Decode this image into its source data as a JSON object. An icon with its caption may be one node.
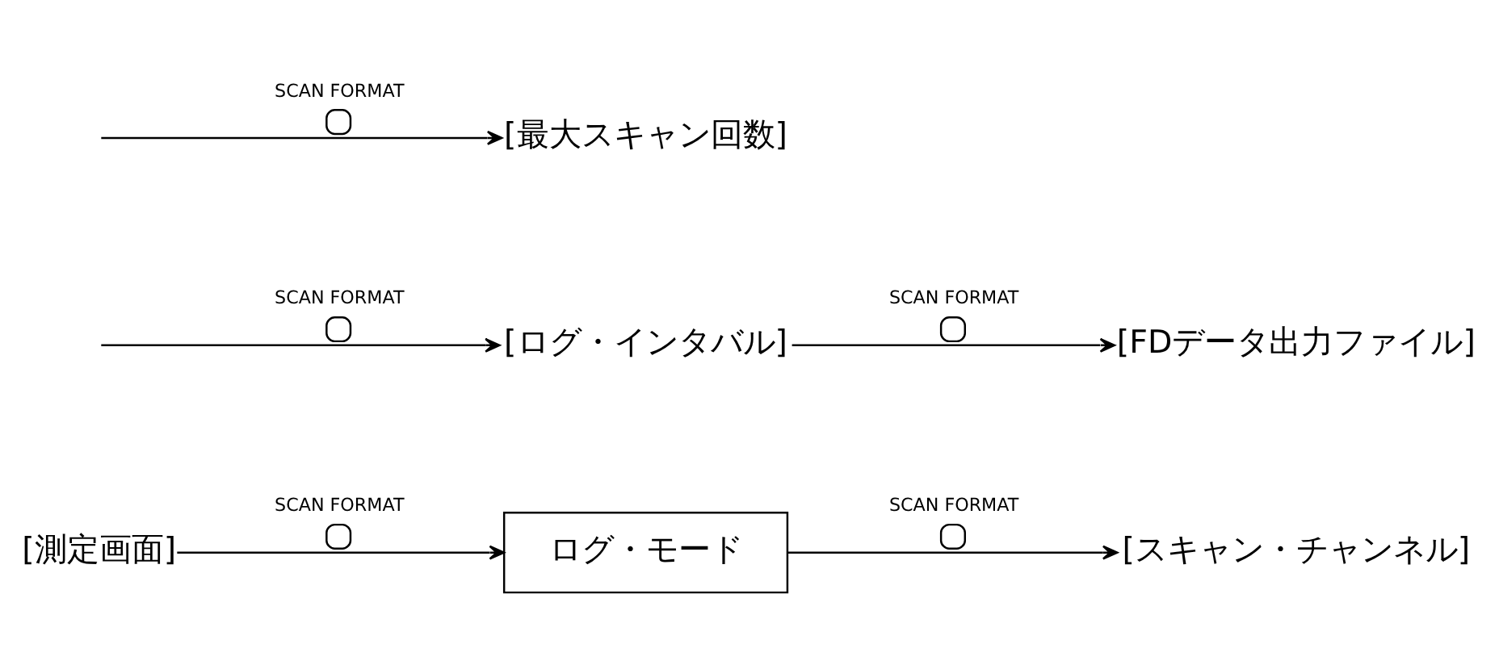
{
  "diagram": {
    "nodes": [
      {
        "text": [
          "[測定画面]"
        ]
      },
      {
        "text": [
          "ログ・モード"
        ]
      },
      {
        "text": [
          "[スキャン・チャンネル]"
        ]
      },
      {
        "text": [
          "[ログ・インタバル]"
        ]
      },
      {
        "text": [
          "[FDデータ出力ファイル]"
        ]
      },
      {
        "text": [
          "[最大スキャン回数]"
        ]
      }
    ],
    "edges": [
      {
        "from": 0,
        "to": 1,
        "arrow": "to",
        "label": "SCAN FORMAT"
      },
      {
        "from": 1,
        "to": 2,
        "arrow": "to",
        "label": "SCAN FORMAT"
      },
      {
        "from": null,
        "to": 3,
        "arrow": "to",
        "label": "SCAN FORMAT"
      },
      {
        "from": 3,
        "to": 4,
        "arrow": "to",
        "label": "SCAN FORMAT"
      },
      {
        "from": null,
        "to": 5,
        "arrow": "to",
        "label": "SCAN FORMAT"
      }
    ]
  }
}
